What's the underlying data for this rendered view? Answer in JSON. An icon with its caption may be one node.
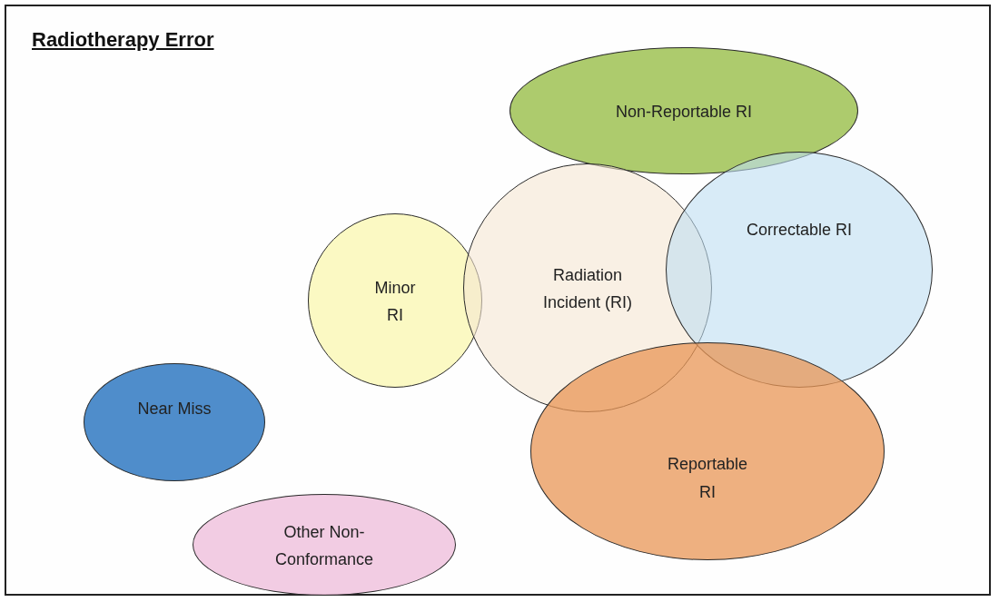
{
  "diagram": {
    "nodes": [
      {
        "text": [
          "Radiotherapy Error"
        ]
      },
      {
        "text": [
          "Non-Reportable RI"
        ],
        "in": 0
      },
      {
        "text": [
          "Minor RI"
        ],
        "in": 0
      },
      {
        "text": [
          "Radiation Incident (RI)"
        ],
        "in": 0
      },
      {
        "text": [
          "Correctable RI"
        ],
        "in": 0
      },
      {
        "text": [
          "Near Miss"
        ],
        "in": 0
      },
      {
        "text": [
          "Reportable RI"
        ],
        "in": 0
      },
      {
        "text": [
          "Other Non-Conformance"
        ],
        "in": 0
      }
    ],
    "edges": []
  }
}
